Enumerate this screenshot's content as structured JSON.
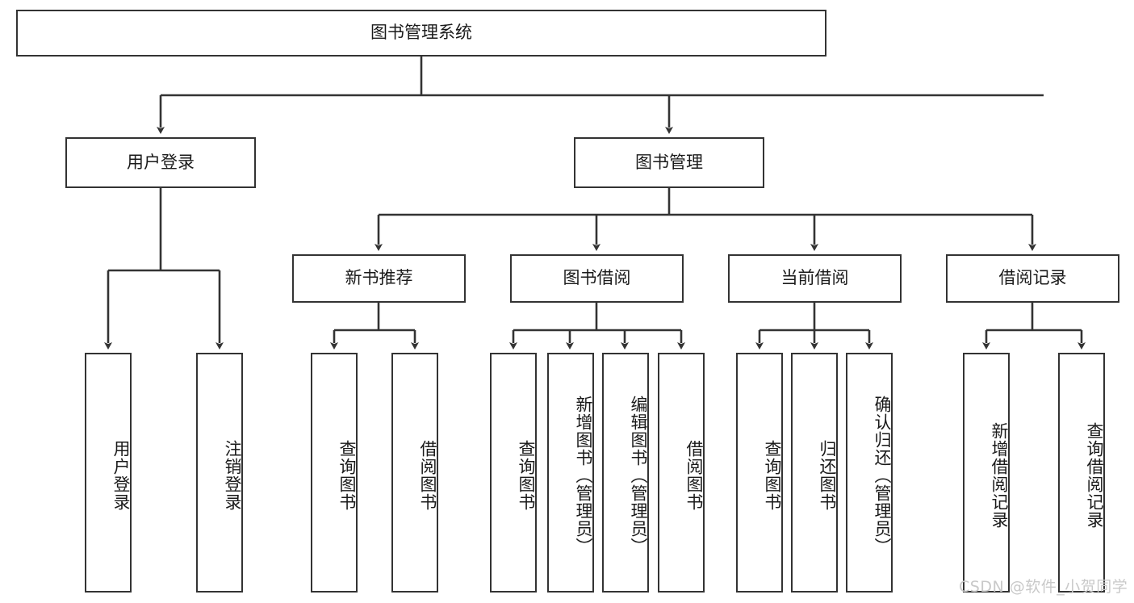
{
  "diagram": {
    "title": "图书管理系统",
    "type": "tree-structure-chart",
    "root": {
      "label": "图书管理系统"
    },
    "level2": [
      {
        "label": "用户登录"
      },
      {
        "label": "图书管理"
      }
    ],
    "level3": [
      {
        "label": "新书推荐"
      },
      {
        "label": "图书借阅"
      },
      {
        "label": "当前借阅"
      },
      {
        "label": "借阅记录"
      }
    ],
    "leaves": {
      "user_login": [
        {
          "label": "用户登录"
        },
        {
          "label": "注销登录"
        }
      ],
      "new_book_rec": [
        {
          "label": "查询图书"
        },
        {
          "label": "借阅图书"
        }
      ],
      "book_borrow": [
        {
          "label": "查询图书"
        },
        {
          "label": "新增图书（管理员）"
        },
        {
          "label": "编辑图书（管理员）"
        },
        {
          "label": "借阅图书"
        }
      ],
      "current_borrow": [
        {
          "label": "查询图书"
        },
        {
          "label": "归还图书"
        },
        {
          "label": "确认归还（管理员）"
        }
      ],
      "borrow_record": [
        {
          "label": "新增借阅记录"
        },
        {
          "label": "查询借阅记录"
        }
      ]
    }
  },
  "watermark": {
    "text": "CSDN @软件_小贺同学"
  },
  "colors": {
    "stroke": "#333333",
    "background": "#ffffff",
    "text": "#1a1a1a",
    "watermark": "#c9c9c9"
  }
}
